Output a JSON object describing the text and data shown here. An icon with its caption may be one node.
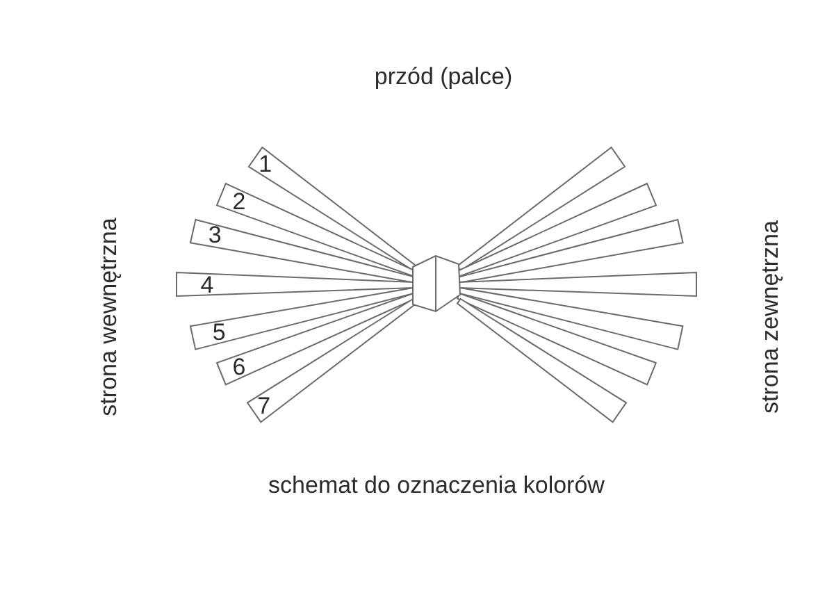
{
  "diagram": {
    "caption": "schemat do oznaczenia kolorów",
    "nodes": [
      {
        "text": [
          "1"
        ]
      },
      {
        "text": [
          "2"
        ]
      },
      {
        "text": [
          "3"
        ]
      },
      {
        "text": [
          "4"
        ]
      },
      {
        "text": [
          "5"
        ]
      },
      {
        "text": [
          "6"
        ]
      },
      {
        "text": [
          "7"
        ]
      },
      {
        "text": [],
        "shape": "bar"
      },
      {
        "text": [],
        "shape": "bar"
      },
      {
        "text": [],
        "shape": "bar"
      },
      {
        "text": [],
        "shape": "bar"
      },
      {
        "text": [],
        "shape": "bar"
      },
      {
        "text": [],
        "shape": "bar"
      },
      {
        "text": [],
        "shape": "bar"
      }
    ],
    "labels": [
      "przód (palce)",
      "strona wewnętrzna",
      "strona zewnętrzna"
    ]
  }
}
